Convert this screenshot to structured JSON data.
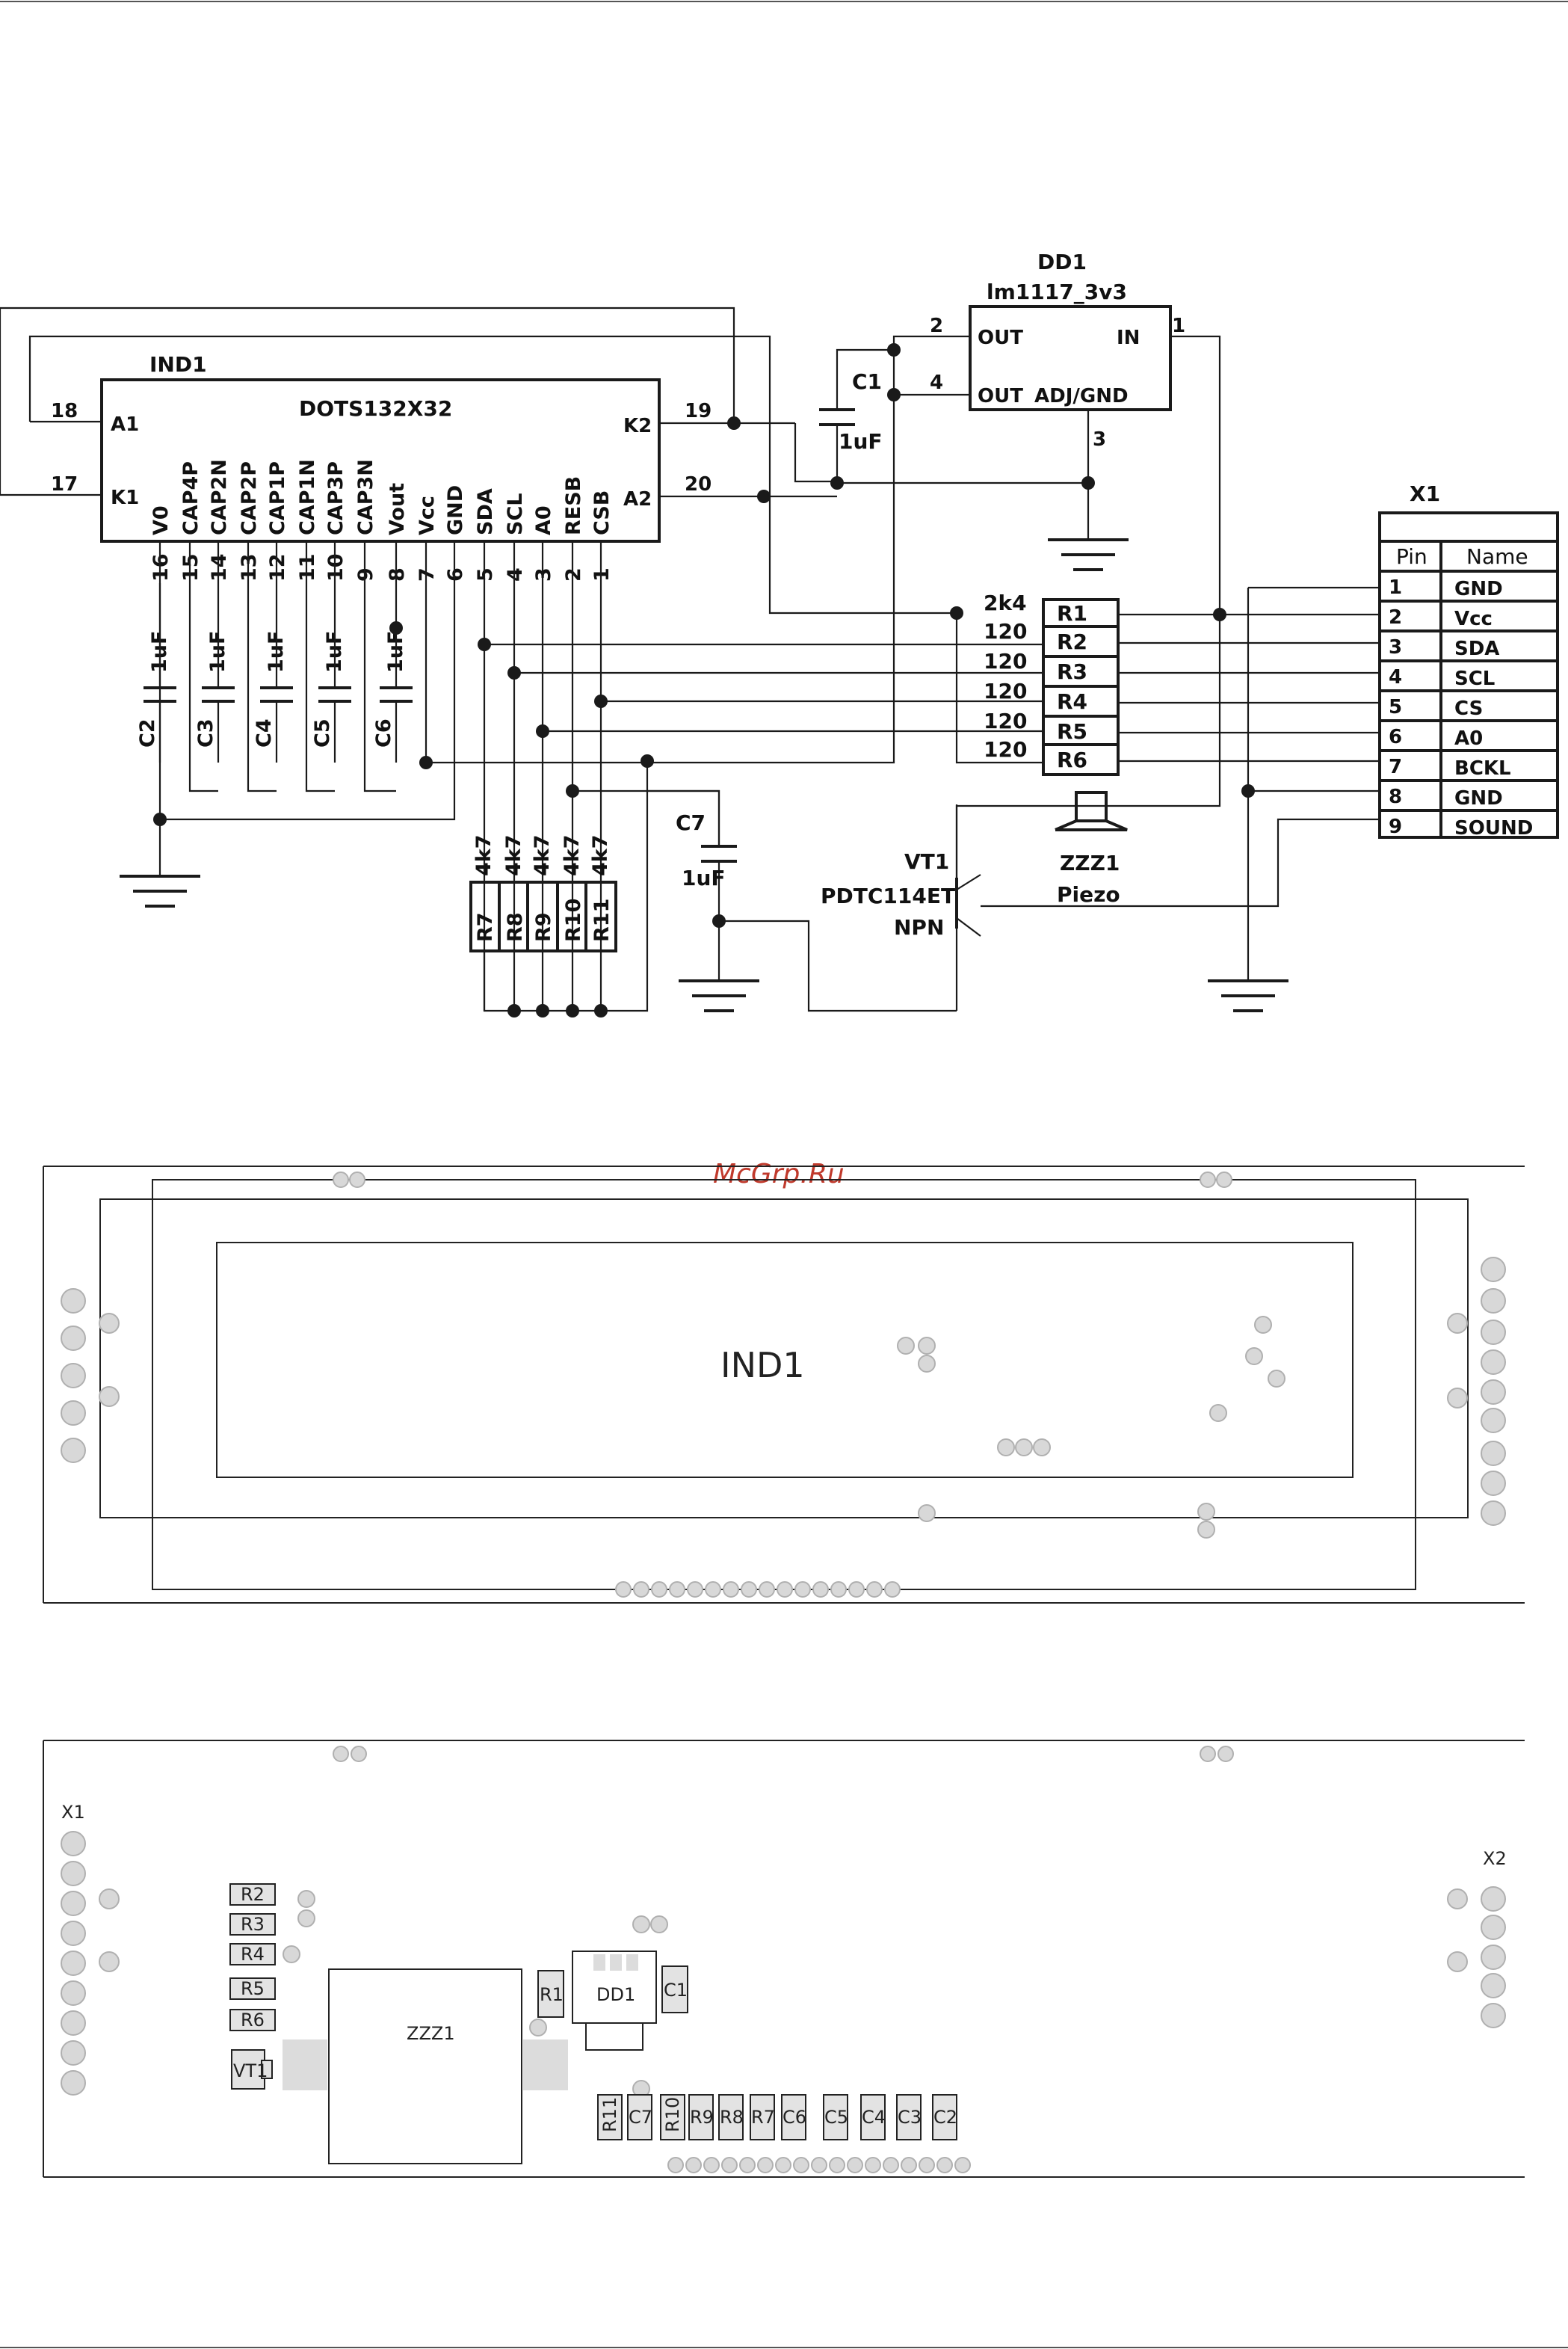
{
  "watermark": "McGrp.Ru",
  "schematic": {
    "ind1": {
      "ref": "IND1",
      "part": "DOTS132X32",
      "left_pins": [
        {
          "num": "18",
          "name": "A1"
        },
        {
          "num": "17",
          "name": "K1"
        }
      ],
      "right_pins": [
        {
          "num": "19",
          "name": "K2"
        },
        {
          "num": "20",
          "name": "A2"
        }
      ],
      "bottom_pins": [
        {
          "name": "V0",
          "num": "16"
        },
        {
          "name": "CAP4P",
          "num": "15"
        },
        {
          "name": "CAP2N",
          "num": "14"
        },
        {
          "name": "CAP2P",
          "num": "13"
        },
        {
          "name": "CAP1P",
          "num": "12"
        },
        {
          "name": "CAP1N",
          "num": "11"
        },
        {
          "name": "CAP3P",
          "num": "10"
        },
        {
          "name": "CAP3N",
          "num": "9"
        },
        {
          "name": "Vout",
          "num": "8"
        },
        {
          "name": "Vcc",
          "num": "7"
        },
        {
          "name": "GND",
          "num": "6"
        },
        {
          "name": "SDA",
          "num": "5"
        },
        {
          "name": "SCL",
          "num": "4"
        },
        {
          "name": "A0",
          "num": "3"
        },
        {
          "name": "RESB",
          "num": "2"
        },
        {
          "name": "CSB",
          "num": "1"
        }
      ]
    },
    "dd1": {
      "ref": "DD1",
      "part": "lm1117_3v3",
      "pins": {
        "out_top": "OUT",
        "out_top_num": "2",
        "out_bottom": "OUT",
        "out_bottom_num": "4",
        "in": "IN",
        "in_num": "1",
        "adj": "ADJ/GND",
        "adj_num": "3"
      }
    },
    "c1": {
      "ref": "C1",
      "value": "1uF"
    },
    "caps": [
      {
        "ref": "C2",
        "value": "1uF"
      },
      {
        "ref": "C3",
        "value": "1uF"
      },
      {
        "ref": "C4",
        "value": "1uF"
      },
      {
        "ref": "C5",
        "value": "1uF"
      },
      {
        "ref": "C6",
        "value": "1uF"
      }
    ],
    "c7": {
      "ref": "C7",
      "value": "1uF"
    },
    "resistors": [
      {
        "value": "2k4",
        "ref": "R1"
      },
      {
        "value": "120",
        "ref": "R2"
      },
      {
        "value": "120",
        "ref": "R3"
      },
      {
        "value": "120",
        "ref": "R4"
      },
      {
        "value": "120",
        "ref": "R5"
      },
      {
        "value": "120",
        "ref": "R6"
      }
    ],
    "pullups": [
      {
        "value": "4k7",
        "ref": "R7"
      },
      {
        "value": "4k7",
        "ref": "R8"
      },
      {
        "value": "4k7",
        "ref": "R9"
      },
      {
        "value": "4k7",
        "ref": "R10"
      },
      {
        "value": "4k7",
        "ref": "R11"
      }
    ],
    "x1": {
      "ref": "X1",
      "header_pin": "Pin",
      "header_name": "Name",
      "rows": [
        {
          "pin": "1",
          "name": "GND"
        },
        {
          "pin": "2",
          "name": "Vcc"
        },
        {
          "pin": "3",
          "name": "SDA"
        },
        {
          "pin": "4",
          "name": "SCL"
        },
        {
          "pin": "5",
          "name": "CS"
        },
        {
          "pin": "6",
          "name": "A0"
        },
        {
          "pin": "7",
          "name": "BCKL"
        },
        {
          "pin": "8",
          "name": "GND"
        },
        {
          "pin": "9",
          "name": "SOUND"
        }
      ]
    },
    "vt1": {
      "ref": "VT1",
      "part": "PDTC114ET",
      "type": "NPN"
    },
    "zzz1": {
      "ref": "ZZZ1",
      "type": "Piezo"
    }
  },
  "pcb_top": {
    "label": "IND1"
  },
  "pcb_bottom": {
    "x1": "X1",
    "x2": "X2",
    "left_parts": [
      "R2",
      "R3",
      "R4",
      "R5",
      "R6"
    ],
    "vt1": "VT1",
    "zzz1": "ZZZ1",
    "r1": "R1",
    "dd1": "DD1",
    "c1": "C1",
    "row_parts": [
      "R11",
      "C7",
      "R10",
      "R9",
      "R8",
      "R7",
      "C6",
      "C5",
      "C4",
      "C3",
      "C2"
    ]
  }
}
